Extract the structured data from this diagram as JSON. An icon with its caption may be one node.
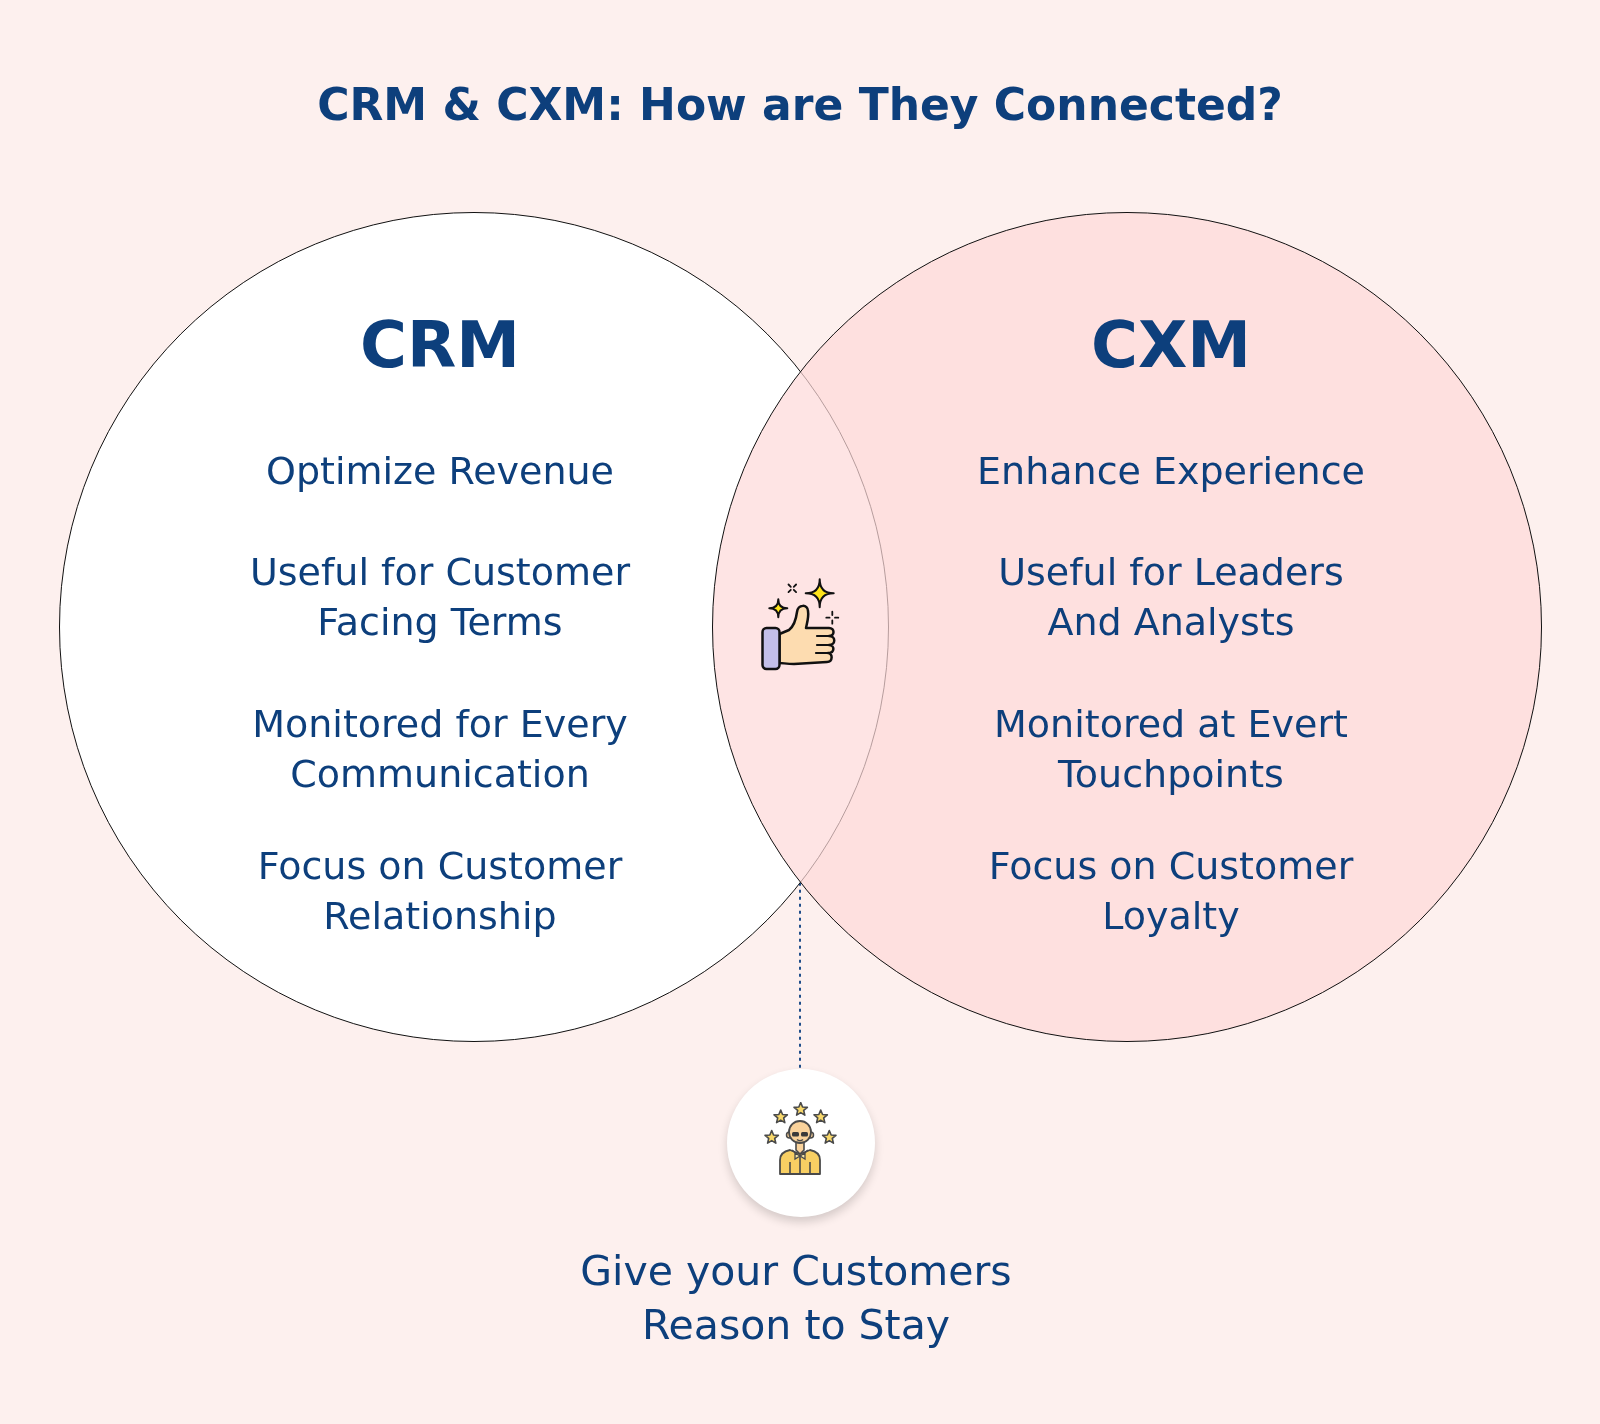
{
  "diagram": {
    "title": "CRM & CXM: How are They Connected?",
    "nodes": [
      {
        "text": [
          "CRM",
          "Optimize Revenue",
          "Useful for Customer Facing Terms",
          "Monitored for Every Communication",
          "Focus on Customer Relationship"
        ]
      },
      {
        "text": [
          "CXM",
          "Enhance Experience",
          "Useful for Leaders And Analysts",
          "Monitored at Evert Touchpoints",
          "Focus on Customer Loyalty"
        ]
      },
      {
        "text": [],
        "shape": "circle",
        "beside": [
          "Give your Customers Reason to Stay"
        ]
      }
    ],
    "edges": [
      {
        "from": 0,
        "to": 2,
        "arrow": "none",
        "style": "dashed"
      }
    ]
  }
}
